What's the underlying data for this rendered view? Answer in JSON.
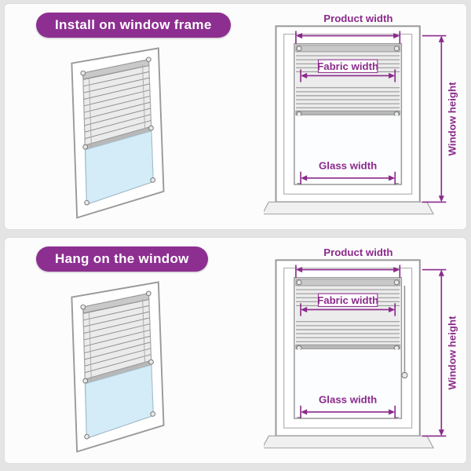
{
  "colors": {
    "accent_purple": "#8b2a8b",
    "badge_purple": "#8d2f91",
    "glass_blue": "#d4ecf8",
    "frame_gray": "#9a9a9a",
    "background": "#e4e4e4",
    "panel": "#fcfcfc"
  },
  "panels": [
    {
      "badge": "Install on window frame",
      "labels": {
        "product_width": "Product width",
        "fabric_width": "Fabric width",
        "glass_width": "Glass width",
        "window_height": "Window height"
      }
    },
    {
      "badge": "Hang on the window",
      "labels": {
        "product_width": "Product width",
        "fabric_width": "Fabric width",
        "glass_width": "Glass width",
        "window_height": "Window height"
      }
    }
  ]
}
